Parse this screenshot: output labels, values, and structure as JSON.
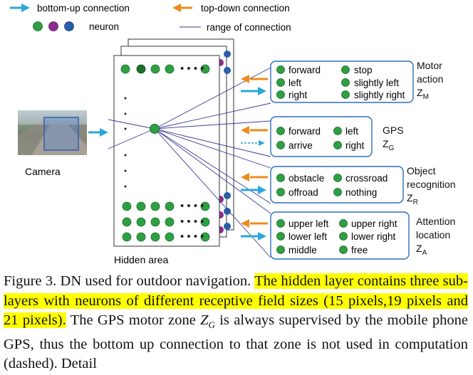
{
  "legend": {
    "bottom_up": "bottom-up connection",
    "top_down": "top-down connection",
    "neuron": "neuron",
    "range": "range of connection",
    "neuron_colors": [
      "#2ea043",
      "#8e2b8e",
      "#2a5ea8"
    ]
  },
  "camera": {
    "label": "Camera"
  },
  "hidden": {
    "label": "Hidden area",
    "dots": "• • • •"
  },
  "zones": {
    "motor": {
      "title_lines": [
        "Motor",
        "action"
      ],
      "symbol": "Z",
      "sub": "M",
      "items": [
        "forward",
        "stop",
        "left",
        "slightly left",
        "right",
        "slightly right"
      ]
    },
    "gps": {
      "title_lines": [
        "GPS"
      ],
      "symbol": "Z",
      "sub": "G",
      "items": [
        "forward",
        "left",
        "arrive",
        "right"
      ]
    },
    "object": {
      "title_lines": [
        "Object",
        "recognition"
      ],
      "symbol": "Z",
      "sub": "R",
      "items": [
        "obstacle",
        "crossroad",
        "offroad",
        "nothing"
      ]
    },
    "attention": {
      "title_lines": [
        "Attention",
        "location"
      ],
      "symbol": "Z",
      "sub": "A",
      "items": [
        "upper left",
        "upper right",
        "lower left",
        "lower right",
        "middle",
        "free"
      ]
    }
  },
  "colors": {
    "bottom_up_arrow": "#2aa7d8",
    "top_down_arrow": "#f08a1c",
    "box_border": "#2a6ebb",
    "range_line": "#3c3c9a",
    "neuron_green": "#2ea043",
    "highlight": "#ffff00"
  },
  "caption": {
    "p1": "Figure 3. DN used for outdoor navigation. ",
    "p2": "The hidden layer contains three sub-layers with neurons of different receptive field sizes (15 pixels,19 pixels and 21 pixels).",
    "p3": " The GPS motor zone ",
    "math_symbol": "Z",
    "math_sub": "G",
    "p4": " is always supervised by the mobile phone GPS, thus the bottom up connection to that zone is not used in computation (dashed). Detail"
  }
}
